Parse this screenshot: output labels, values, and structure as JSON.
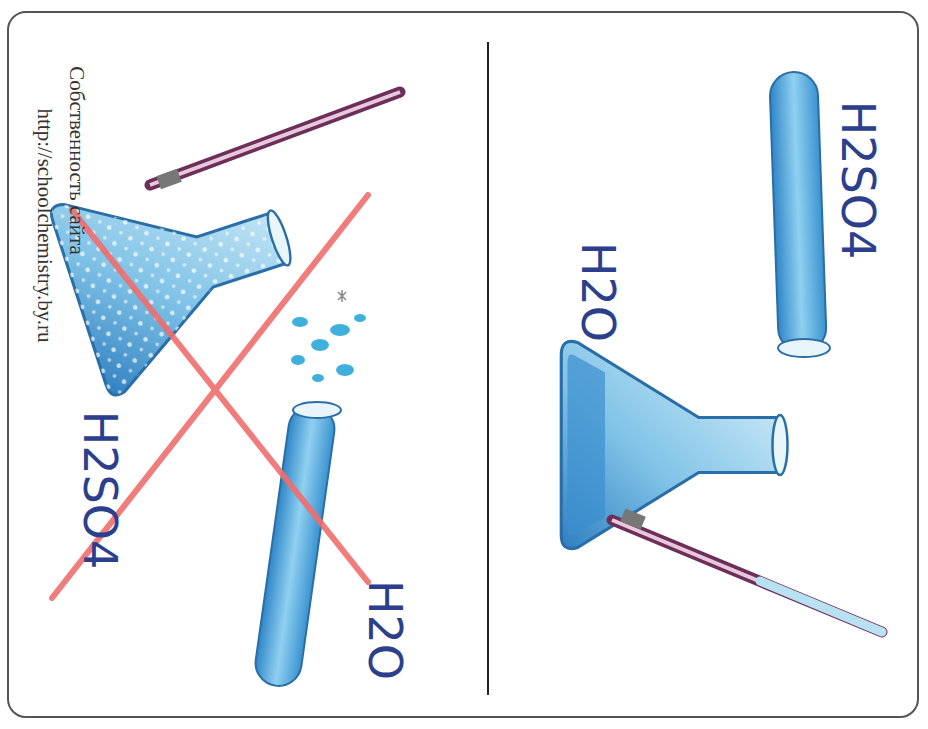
{
  "diagram": {
    "labels": [
      "H2SO4",
      "H2O",
      "H2O",
      "H2SO4",
      "Собственность сайта",
      "http://schoolchemistry.by.ru"
    ]
  }
}
